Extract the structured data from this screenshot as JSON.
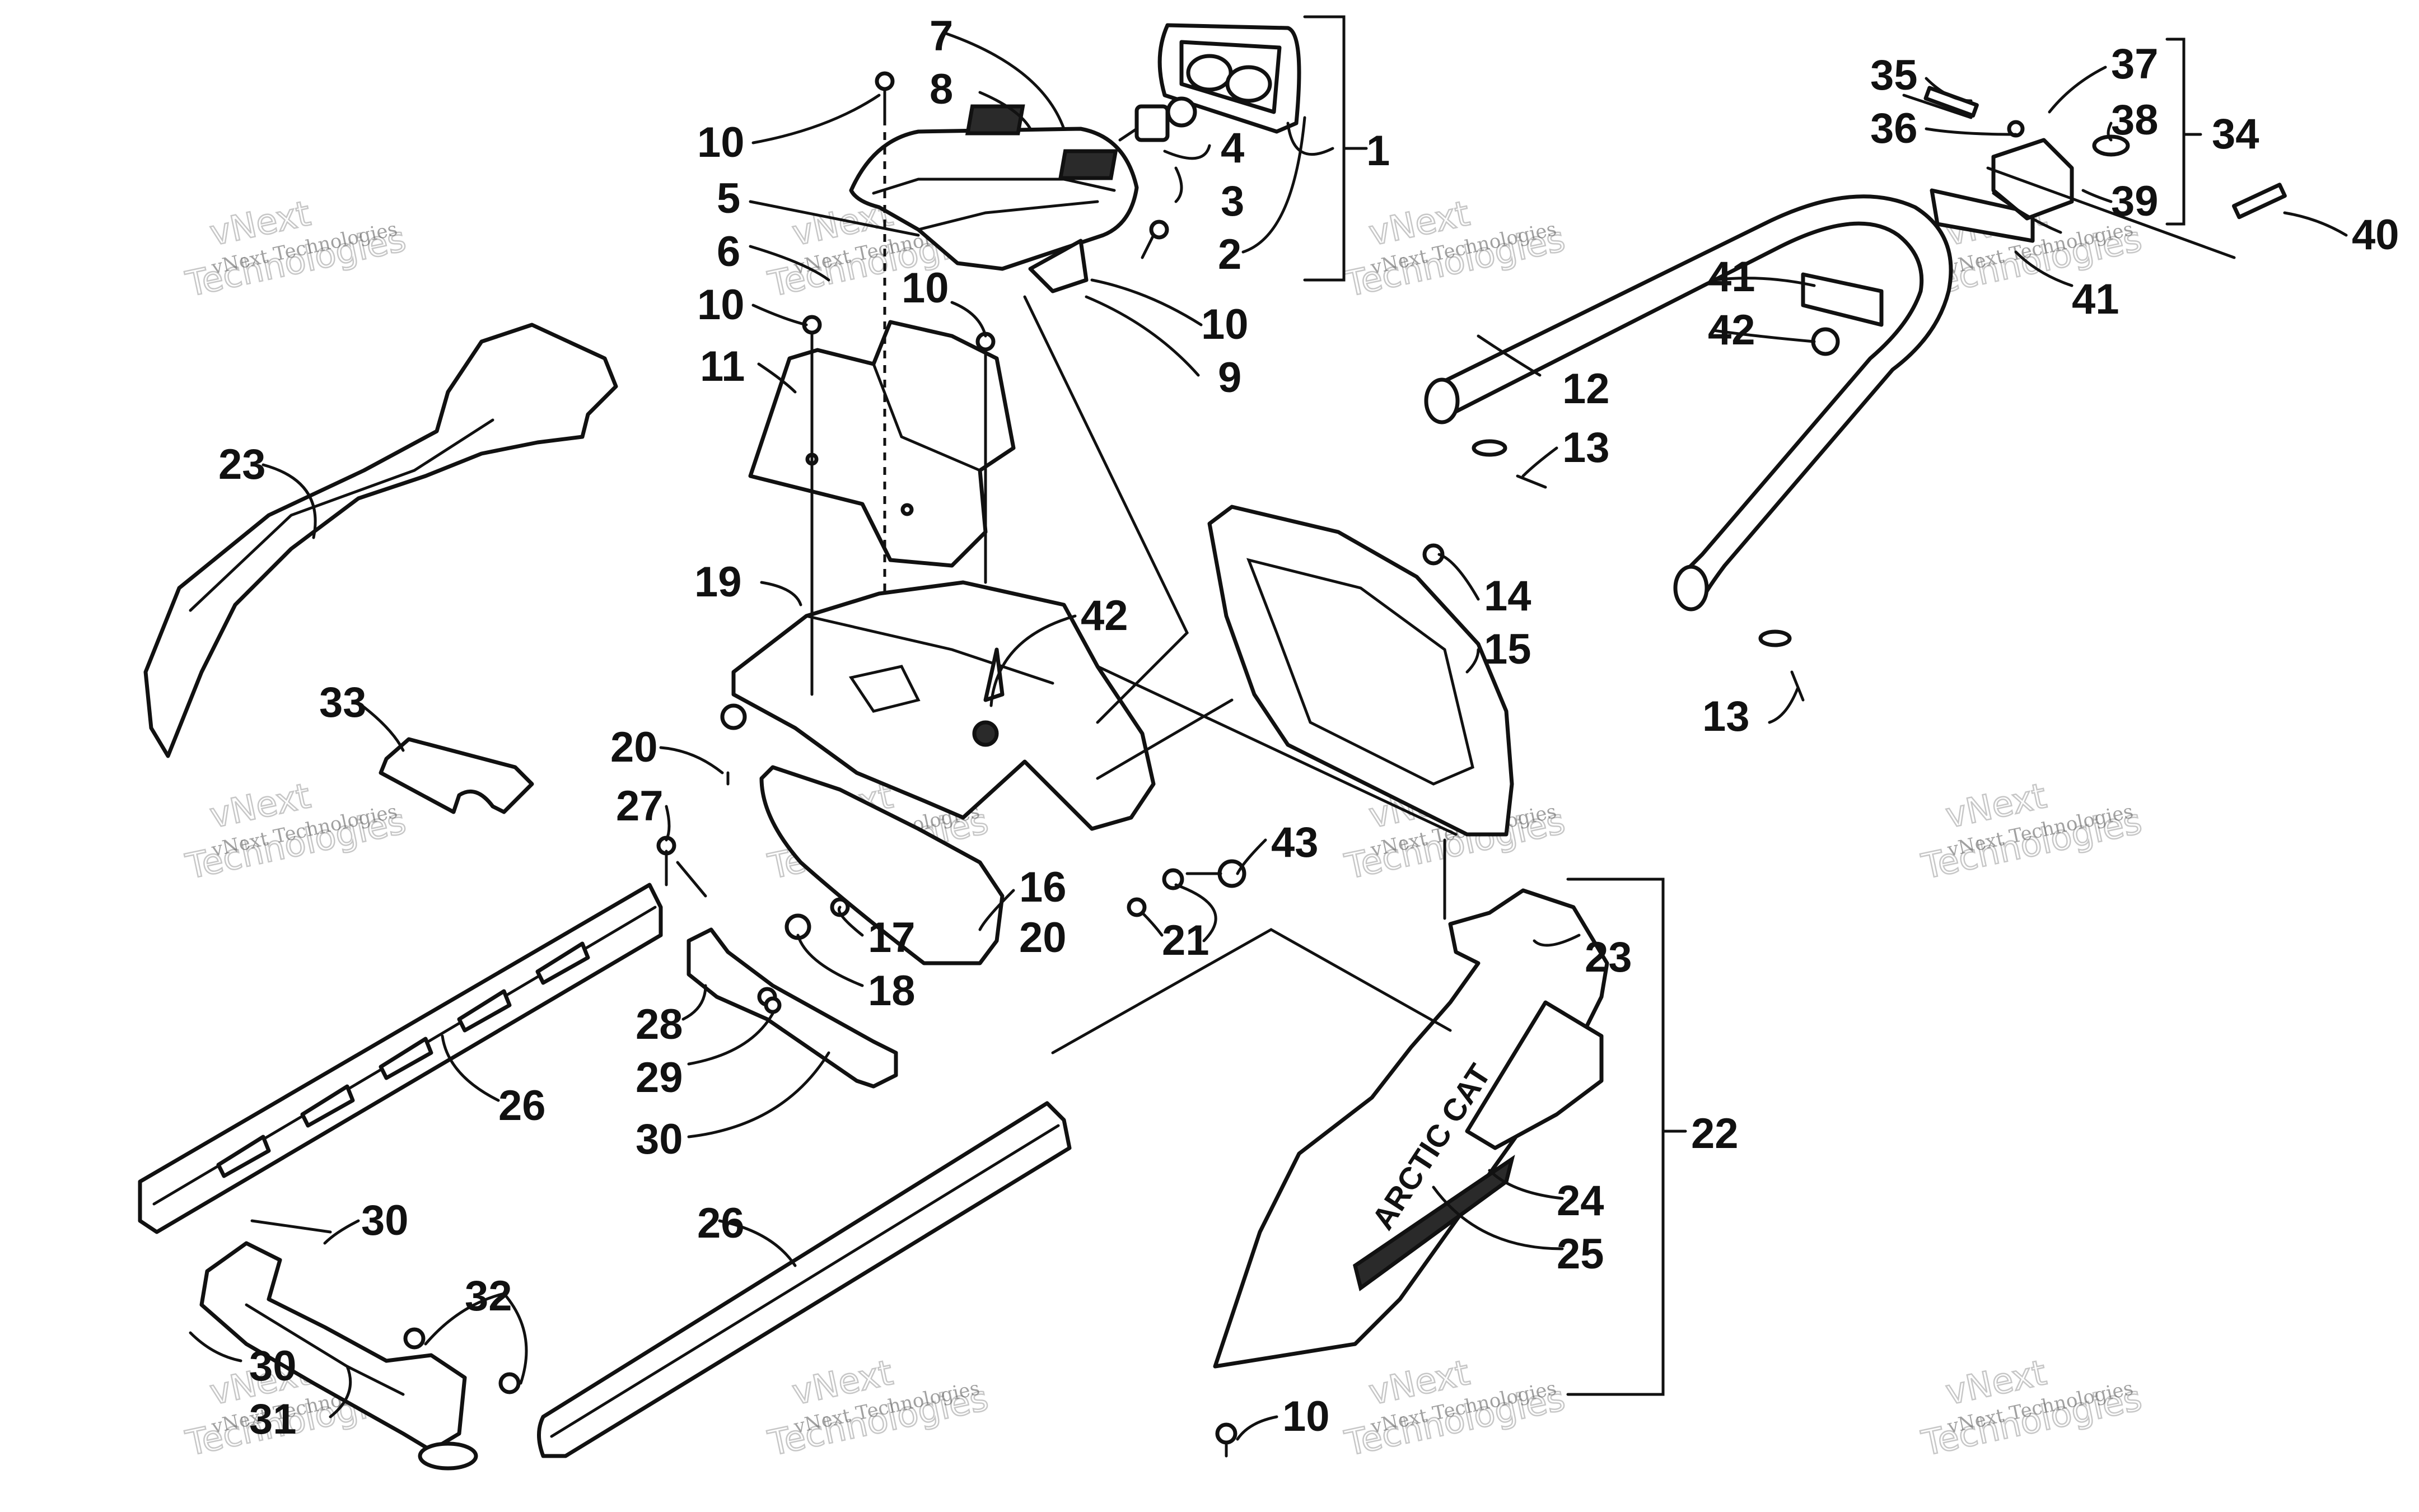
{
  "diagram": {
    "callouts": {
      "c1": "1",
      "c2": "2",
      "c3": "3",
      "c4": "4",
      "c5": "5",
      "c6": "6",
      "c7": "7",
      "c8": "8",
      "c9": "9",
      "c10a": "10",
      "c10b": "10",
      "c10c": "10",
      "c10d": "10",
      "c10e": "10",
      "c11": "11",
      "c12": "12",
      "c13a": "13",
      "c13b": "13",
      "c14": "14",
      "c15": "15",
      "c16": "16",
      "c17": "17",
      "c18": "18",
      "c19": "19",
      "c20a": "20",
      "c20b": "20",
      "c21": "21",
      "c22": "22",
      "c23a": "23",
      "c23b": "23",
      "c24": "24",
      "c25": "25",
      "c26a": "26",
      "c26b": "26",
      "c27": "27",
      "c28": "28",
      "c29": "29",
      "c30a": "30",
      "c30b": "30",
      "c30c": "30",
      "c31": "31",
      "c32": "32",
      "c33": "33",
      "c34": "34",
      "c35": "35",
      "c36": "36",
      "c37": "37",
      "c38": "38",
      "c39": "39",
      "c40": "40",
      "c41a": "41",
      "c41b": "41",
      "c42a": "42",
      "c42b": "42",
      "c43": "43"
    },
    "part_marking": "ARCTIC CAT"
  },
  "watermark": {
    "small_text": "vNext Technologies",
    "big_line1": "vNext",
    "big_line2": "Technologies"
  }
}
